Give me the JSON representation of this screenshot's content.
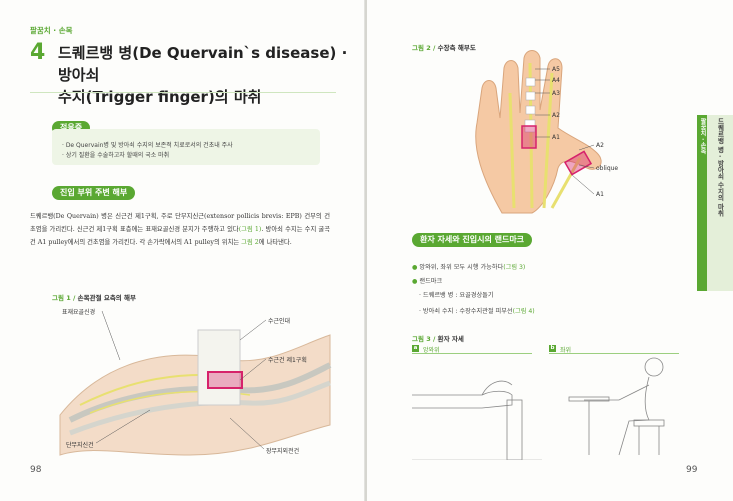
{
  "left_page": {
    "breadcrumb": "팔꿈치 · 손목",
    "chapter_number": "4",
    "chapter_title_line1": "드퀘르뱅 병(De Quervain`s disease) · 방아쇠",
    "chapter_title_line2": "수지(Trigger finger)의 마취",
    "indications_heading": "적응증",
    "indications": [
      "· De Quervain병 및 방아쇠 수지의 보존적 치료로서의 건초내 주사",
      "· 상기 질환을 수술하고자 할때의 국소 마취"
    ],
    "anatomy_heading": "진입 부위 주변 해부",
    "body_text": {
      "p1": "드퀘르뱅(De Quervain) 병은 신근건 제1구획, 주로 단무지신근(extensor pollicis brevis: EPB) 건부의 건초염을 가리킨다. 신근건 제1구획 표층에는 표재요골신경 분지가 주행하고 있다",
      "ref1": "(그림 1)",
      "p2": ". 방아쇠 수지는 수지 굴곡건 A1 pulley에서의 건초염을 가리킨다. 각 손가락에서의 A1 pulley의 위치는 ",
      "ref2": "그림 2",
      "p3": "에 나타낸다."
    },
    "figure1": {
      "number": "그림 1 / ",
      "title": "손목관절 요측의 해부",
      "labels": {
        "superficial_radial_nerve": "표재요골신경",
        "extensor_retinaculum": "수근인대",
        "first_compartment": "수근건 제1구획",
        "epb": "단무지신건",
        "apl": "장무지외전건"
      }
    },
    "folio": "98"
  },
  "right_page": {
    "figure2": {
      "number": "그림 2 / ",
      "title": "수장측 해부도",
      "labels": [
        "A5",
        "A4",
        "A3",
        "A2",
        "A1",
        "A2",
        "oblique",
        "A1"
      ]
    },
    "position_heading": "환자 자세와 진입시의 랜드마크",
    "bullets": {
      "b1_prefix": "앙와위, 좌위 모두 시행 가능하다",
      "b1_ref": "(그림 3)",
      "b2": "랜드마크",
      "b3": "· 드퀘르뱅 병 : 요골경상돌기",
      "b4_prefix": "· 방아쇠 수지 : 수장수지관절 피부선",
      "b4_ref": "(그림 4)"
    },
    "figure3": {
      "number": "그림 3 / ",
      "title": "환자 자세",
      "sub_a_tag": "a",
      "sub_a": "앙와위",
      "sub_b_tag": "b",
      "sub_b": "좌위"
    },
    "thumb_tab": {
      "section": "팔꿈치 · 손목",
      "chapter": "드퀘르뱅 병 · 방아쇠 수지의 마취"
    },
    "folio": "99"
  },
  "colors": {
    "accent_green": "#5aa832",
    "box_bg": "#eef5e6",
    "highlight_magenta": "#d6226b"
  }
}
